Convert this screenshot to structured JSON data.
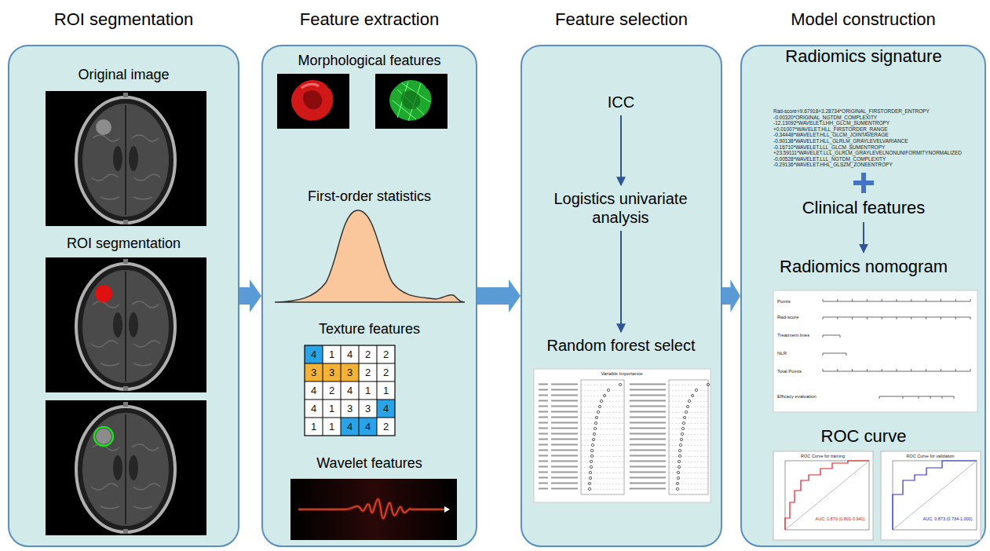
{
  "diagram": {
    "nodes": [
      {
        "text": [
          "ROI segmentation",
          "Original image",
          "ROI segmentation"
        ]
      },
      {
        "text": [
          "Feature extraction",
          "Morphological features",
          "First-order statistics",
          "Texture features",
          "Wavelet features"
        ]
      },
      {
        "text": [
          "Feature selection"
        ]
      },
      {
        "text": [
          "ICC"
        ],
        "in": 2
      },
      {
        "text": [
          "Logistics univariate analysis"
        ],
        "in": 2
      },
      {
        "text": [
          "Random forest select"
        ],
        "in": 2
      },
      {
        "text": [
          "Model construction"
        ]
      },
      {
        "text": [
          "Radiomics signature"
        ],
        "in": 6
      },
      {
        "text": [
          "Clinical features"
        ],
        "in": 6
      },
      {
        "text": [
          "Radiomics nomogram"
        ],
        "in": 6
      },
      {
        "text": [
          "ROC curve"
        ],
        "in": 6
      }
    ],
    "edges": [
      {
        "from": 0,
        "to": 1,
        "arrow": "to"
      },
      {
        "from": 1,
        "to": 2,
        "arrow": "to"
      },
      {
        "from": 2,
        "to": 6,
        "arrow": "to"
      },
      {
        "from": 3,
        "to": 4,
        "arrow": "to"
      },
      {
        "from": 4,
        "to": 5,
        "arrow": "to"
      },
      {
        "from": 8,
        "to": 9,
        "arrow": "to"
      }
    ],
    "labels": [
      "4",
      "1",
      "4",
      "2",
      "2",
      "3",
      "3",
      "3",
      "2",
      "2",
      "4",
      "2",
      "4",
      "1",
      "1",
      "4",
      "1",
      "3",
      "3",
      "4",
      "1",
      "1",
      "4",
      "4",
      "2",
      "Rad-score=9.67918+3.28734*ORIGINAL_FIRSTORDER_ENTROPY",
      "-0.00320*ORIGINAL_NGTDM_COMPLEXITY",
      "-12.13092*WAVELET.LHH_GLCM_SUMENTROPY",
      "+0.01007*WAVELET.HLL_FIRSTORDER_RANGE",
      "-0.34448*WAVELET.HLL_GLCM_JOINTAVERAGE",
      "-0.90138*WAVELET.HLL_GLRLM_GRAYLEVELVARIANCE",
      "-0.16710*WAVELET.LLL_GLCM_SUMENTROPY",
      "+23.59111*WAVELET.LLL_GLRLM_GRAYLEVELNONUNIFORMITYNORMALIZED",
      "-0.00528*WAVELET.LLL_NGTDM_COMPLEXITY",
      "-0.29136*WAVELET.HHL_GLSZM_ZONEENTROPY",
      "Variable Importance",
      "Points",
      "Rad-score",
      "Treatment lines",
      "NLR",
      "Total Points",
      "Efficacy evaluation",
      "ROC Curve for training",
      "ROC Curve for validation",
      "AUC: 0.870 (0.801-0.940)",
      "AUC: 0.873 (0.734-1.000)"
    ]
  }
}
